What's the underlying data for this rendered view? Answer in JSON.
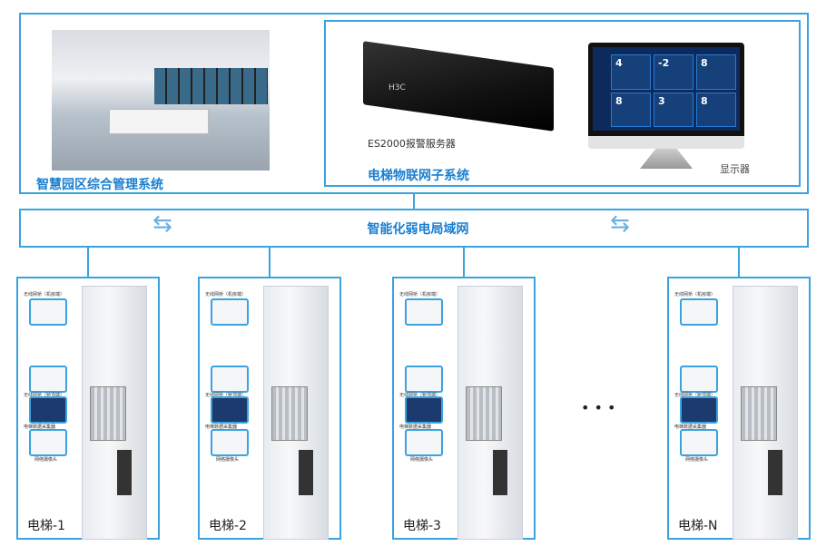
{
  "top": {
    "campus_label": "智慧园区综合管理系统",
    "iot_label": "电梯物联网子系统",
    "server_label": "ES2000报警服务器",
    "monitor_label": "显示器",
    "server_brand": "H3C",
    "monitor_floors": [
      "4",
      "-2",
      "8",
      "8",
      "3",
      "8"
    ]
  },
  "network": {
    "label": "智能化弱电局域网"
  },
  "elevator_devices": {
    "bridge_machine": "无线网桥（机房端）",
    "bridge_car": "无线网桥（轿顶端）",
    "collector": "电梯数据采集器",
    "camera": "网络摄像头"
  },
  "elevators": [
    {
      "name": "电梯-1"
    },
    {
      "name": "电梯-2"
    },
    {
      "name": "电梯-3"
    },
    {
      "name": "电梯-N"
    }
  ],
  "ellipsis": "• • •",
  "colors": {
    "accent": "#3aa3e0",
    "title": "#1a7fd0"
  }
}
